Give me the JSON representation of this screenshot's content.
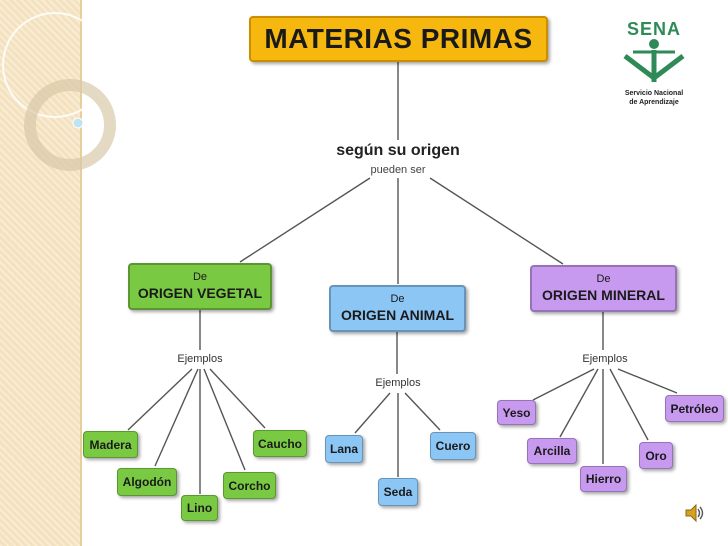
{
  "title": "MATERIAS PRIMAS",
  "subtitle": "según su origen",
  "subnote": "pueden ser",
  "categories": [
    {
      "prefix": "De",
      "name": "ORIGEN VEGETAL",
      "examples_label": "Ejemplos",
      "items": [
        "Madera",
        "Algodón",
        "Lino",
        "Corcho",
        "Caucho"
      ]
    },
    {
      "prefix": "De",
      "name": "ORIGEN ANIMAL",
      "examples_label": "Ejemplos",
      "items": [
        "Lana",
        "Seda",
        "Cuero"
      ]
    },
    {
      "prefix": "De",
      "name": "ORIGEN MINERAL",
      "examples_label": "Ejemplos",
      "items": [
        "Yeso",
        "Arcilla",
        "Hierro",
        "Oro",
        "Petróleo"
      ]
    }
  ],
  "logo": {
    "brand": "SENA",
    "line1": "Servicio Nacional",
    "line2": "de Aprendizaje"
  },
  "colors": {
    "title": "#f6b70f",
    "vegetal": "#7ac943",
    "animal": "#8cc6f5",
    "mineral": "#c79af0",
    "logo": "#2e8b57"
  },
  "icons": [
    "speaker-icon",
    "sena-logo-icon"
  ]
}
